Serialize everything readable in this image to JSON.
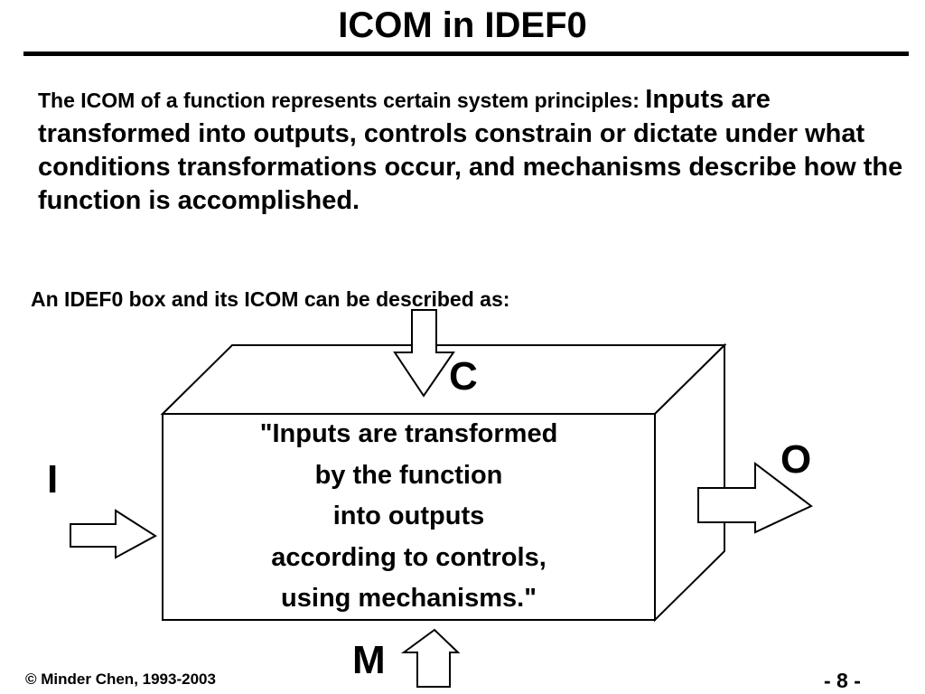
{
  "slide": {
    "title": "ICOM in IDEF0",
    "intro_lead": "The ICOM of a function represents certain system principles: ",
    "intro_rest": "Inputs are transformed into outputs, controls constrain or dictate under what conditions transformations occur, and mechanisms describe how the function is accomplished.",
    "diagram_lead": "An IDEF0 box and its ICOM can be described as:"
  },
  "diagram": {
    "box_lines": [
      "\"Inputs are transformed",
      "by the function",
      "into outputs",
      "according to controls,",
      "using mechanisms.\""
    ],
    "labels": {
      "control": "C",
      "output": "O",
      "input": "I",
      "mechanism": "M"
    }
  },
  "footer": {
    "copyright": "© Minder Chen, 1993-2003",
    "page_number": "- 8 -"
  }
}
